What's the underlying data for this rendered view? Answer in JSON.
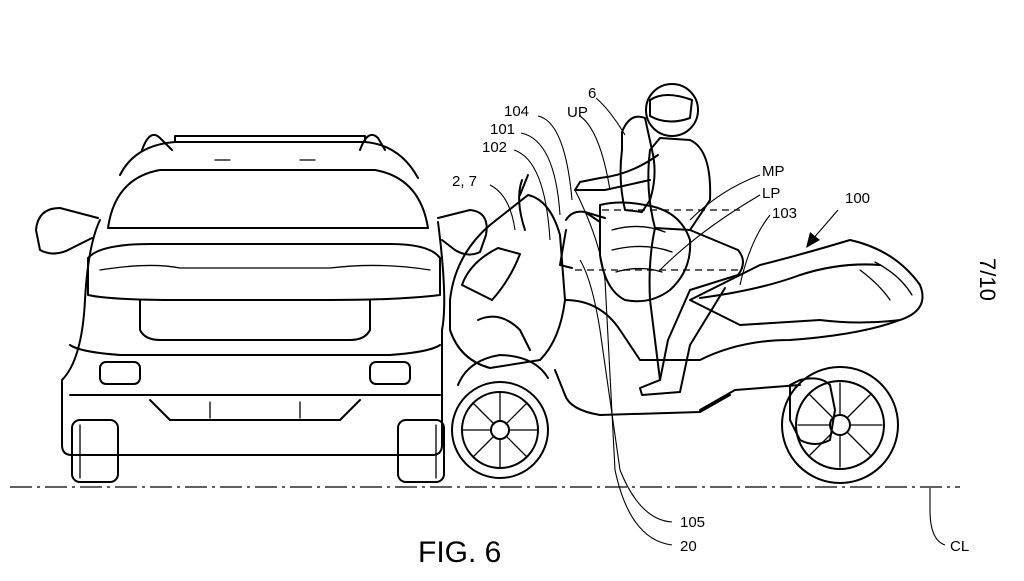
{
  "figure": {
    "caption": "FIG. 6",
    "sheet_number": "7/10"
  },
  "labels": {
    "label_6": "6",
    "label_up": "UP",
    "label_104": "104",
    "label_101": "101",
    "label_102": "102",
    "label_2_7": "2, 7",
    "label_mp": "MP",
    "label_lp": "LP",
    "label_100": "100",
    "label_103": "103",
    "label_105": "105",
    "label_20": "20",
    "label_cl": "CL"
  }
}
